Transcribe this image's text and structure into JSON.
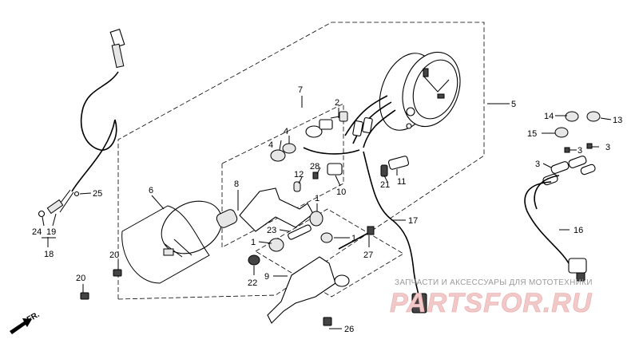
{
  "labels": {
    "l1a": "1",
    "l1b": "1",
    "l2": "2",
    "l3a": "3",
    "l3b": "3",
    "l3c": "3",
    "l4a": "4",
    "l4b": "4",
    "l5": "5",
    "l6": "6",
    "l7": "7",
    "l8": "8",
    "l9": "9",
    "l10": "10",
    "l11": "11",
    "l12": "12",
    "l13": "13",
    "l14": "14",
    "l15": "15",
    "l16": "16",
    "l17": "17",
    "l18": "18",
    "l19": "19",
    "l20a": "20",
    "l20b": "20",
    "l21": "21",
    "l22": "22",
    "l23": "23",
    "l24": "24",
    "l25": "25",
    "l26": "26",
    "l27": "27",
    "l28": "28"
  },
  "orientation": "FR.",
  "watermark": {
    "tagline": "ЗАПЧАСТИ И АКСЕССУАРЫ ДЛЯ МОТОТЕХНИКИ",
    "logo": "PARTSFOR.RU"
  },
  "colors": {
    "ink": "#000000",
    "watermark": "#e8a8a8"
  }
}
